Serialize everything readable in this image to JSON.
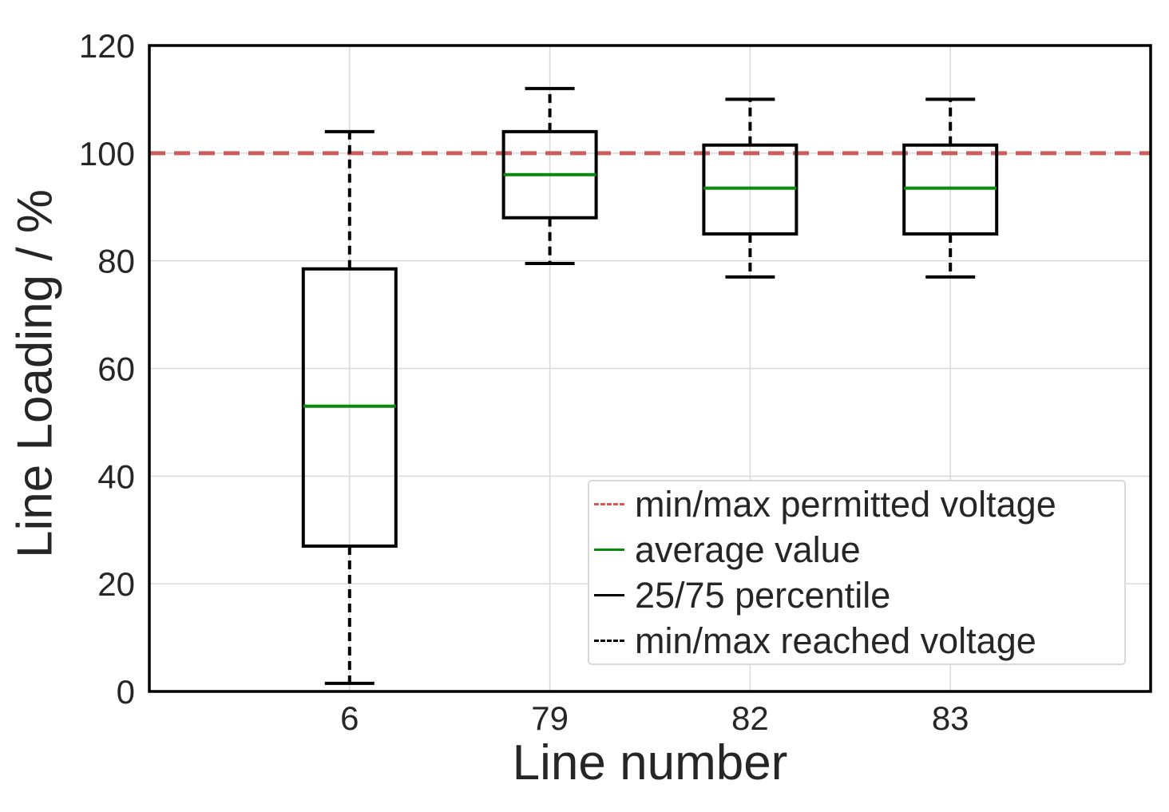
{
  "chart_data": {
    "type": "boxplot",
    "title": "",
    "xlabel": "Line number",
    "ylabel": "Line Loading / %",
    "categories": [
      "6",
      "79",
      "82",
      "83"
    ],
    "ylim": [
      0,
      120
    ],
    "yticks": [
      0,
      20,
      40,
      60,
      80,
      100,
      120
    ],
    "grid": true,
    "legend_position": "lower right",
    "reference_line": {
      "value": 100,
      "style": "dashed",
      "label": "min/max permitted voltage"
    },
    "series": [
      {
        "line": "6",
        "whisker_low": 1.5,
        "q1": 27,
        "median": 53,
        "q3": 78.5,
        "whisker_high": 104
      },
      {
        "line": "79",
        "whisker_low": 79.5,
        "q1": 88,
        "median": 96,
        "q3": 104,
        "whisker_high": 112
      },
      {
        "line": "82",
        "whisker_low": 77,
        "q1": 85,
        "median": 93.5,
        "q3": 101.5,
        "whisker_high": 110
      },
      {
        "line": "83",
        "whisker_low": 77,
        "q1": 85,
        "median": 93.5,
        "q3": 101.5,
        "whisker_high": 110
      }
    ],
    "legend": [
      {
        "label": "min/max permitted voltage",
        "swatch": "red-dashed"
      },
      {
        "label": "average value",
        "swatch": "green-solid"
      },
      {
        "label": "25/75 percentile",
        "swatch": "black-solid"
      },
      {
        "label": "min/max reached voltage",
        "swatch": "black-dashed"
      }
    ],
    "colors": {
      "reference": "#cd5c5c",
      "average": "#0a8a0a",
      "box": "#000000",
      "grid": "#d9d9d9",
      "text": "#262626"
    }
  }
}
